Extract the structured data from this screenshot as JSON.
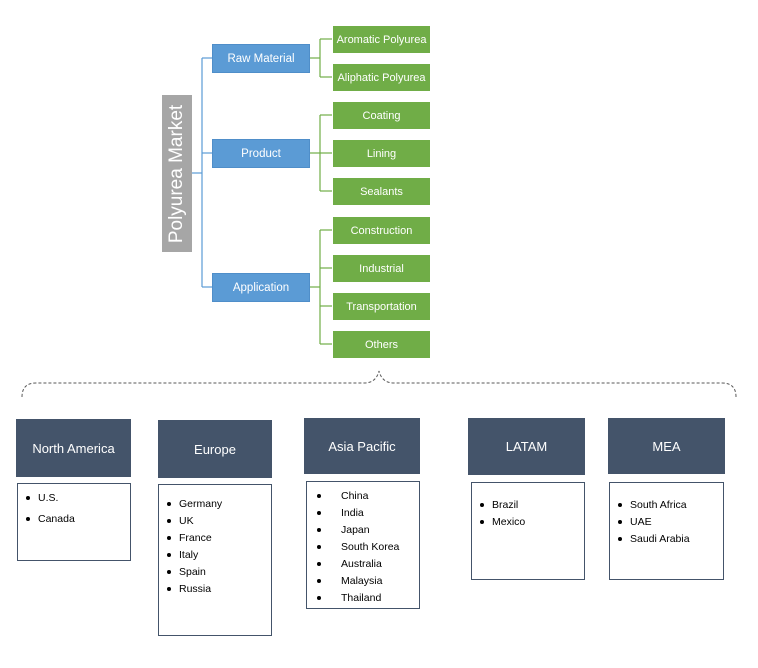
{
  "title": "Polyurea Market",
  "categories": [
    {
      "label": "Raw Material",
      "items": [
        "Aromatic Polyurea",
        "Aliphatic Polyurea"
      ]
    },
    {
      "label": "Product",
      "items": [
        "Coating",
        "Lining",
        "Sealants"
      ]
    },
    {
      "label": "Application",
      "items": [
        "Construction",
        "Industrial",
        "Transportation",
        "Others"
      ]
    }
  ],
  "regions": [
    {
      "name": "North America",
      "countries": [
        "U.S.",
        "Canada"
      ]
    },
    {
      "name": "Europe",
      "countries": [
        "Germany",
        "UK",
        "France",
        "Italy",
        "Spain",
        "Russia"
      ]
    },
    {
      "name": "Asia Pacific",
      "countries": [
        "China",
        "India",
        "Japan",
        "South Korea",
        "Australia",
        "Malaysia",
        "Thailand"
      ]
    },
    {
      "name": "LATAM",
      "countries": [
        "Brazil",
        "Mexico"
      ]
    },
    {
      "name": "MEA",
      "countries": [
        "South Africa",
        "UAE",
        "Saudi Arabia"
      ]
    }
  ],
  "colors": {
    "root": "#a6a6a6",
    "category": "#5b9bd5",
    "item": "#70ad47",
    "region": "#44546a",
    "connector": "#5b9bd5",
    "item_connector": "#70ad47"
  }
}
